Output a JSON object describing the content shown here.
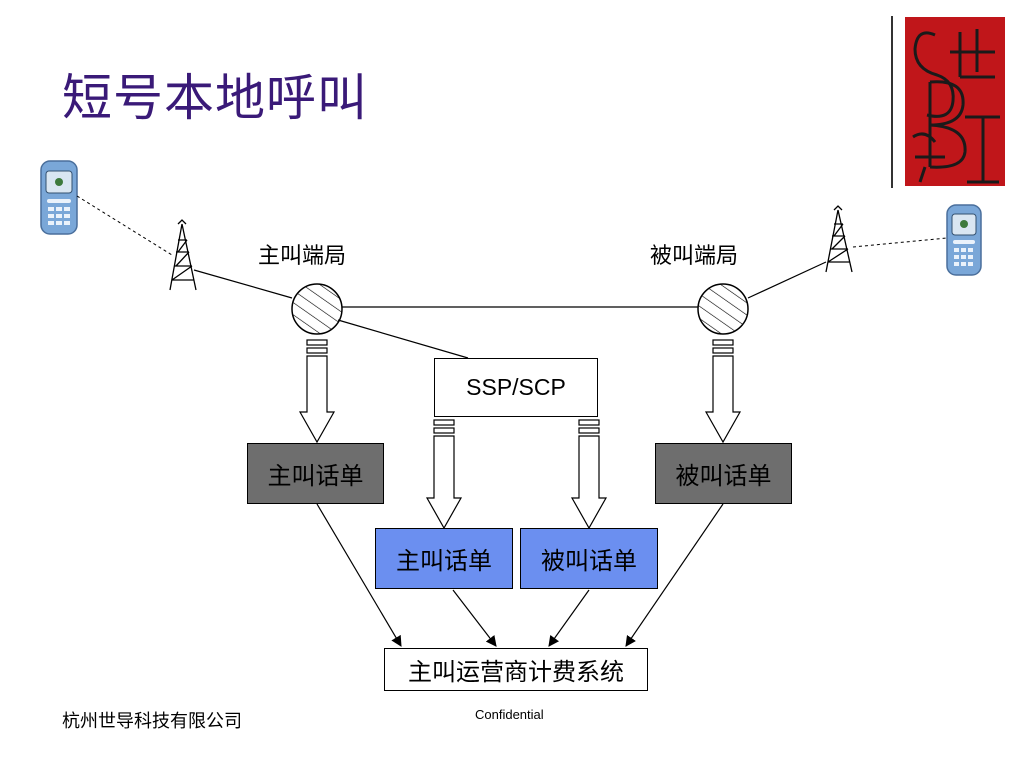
{
  "title": "短号本地呼叫",
  "nodes": {
    "caller_switch": "主叫端局",
    "callee_switch": "被叫端局",
    "ssp_scp": "SSP/SCP",
    "caller_cdr_left": "主叫话单",
    "callee_cdr_right": "被叫话单",
    "caller_cdr_mid": "主叫话单",
    "callee_cdr_mid": "被叫话单",
    "billing_system": "主叫运营商计费系统"
  },
  "footer": {
    "company": "杭州世导科技有限公司",
    "confidential": "Confidential"
  },
  "colors": {
    "title": "#3a1a78",
    "cdr_gray": "#6e6e6e",
    "cdr_blue": "#6b8ff0",
    "logo_red": "#c0161a"
  }
}
